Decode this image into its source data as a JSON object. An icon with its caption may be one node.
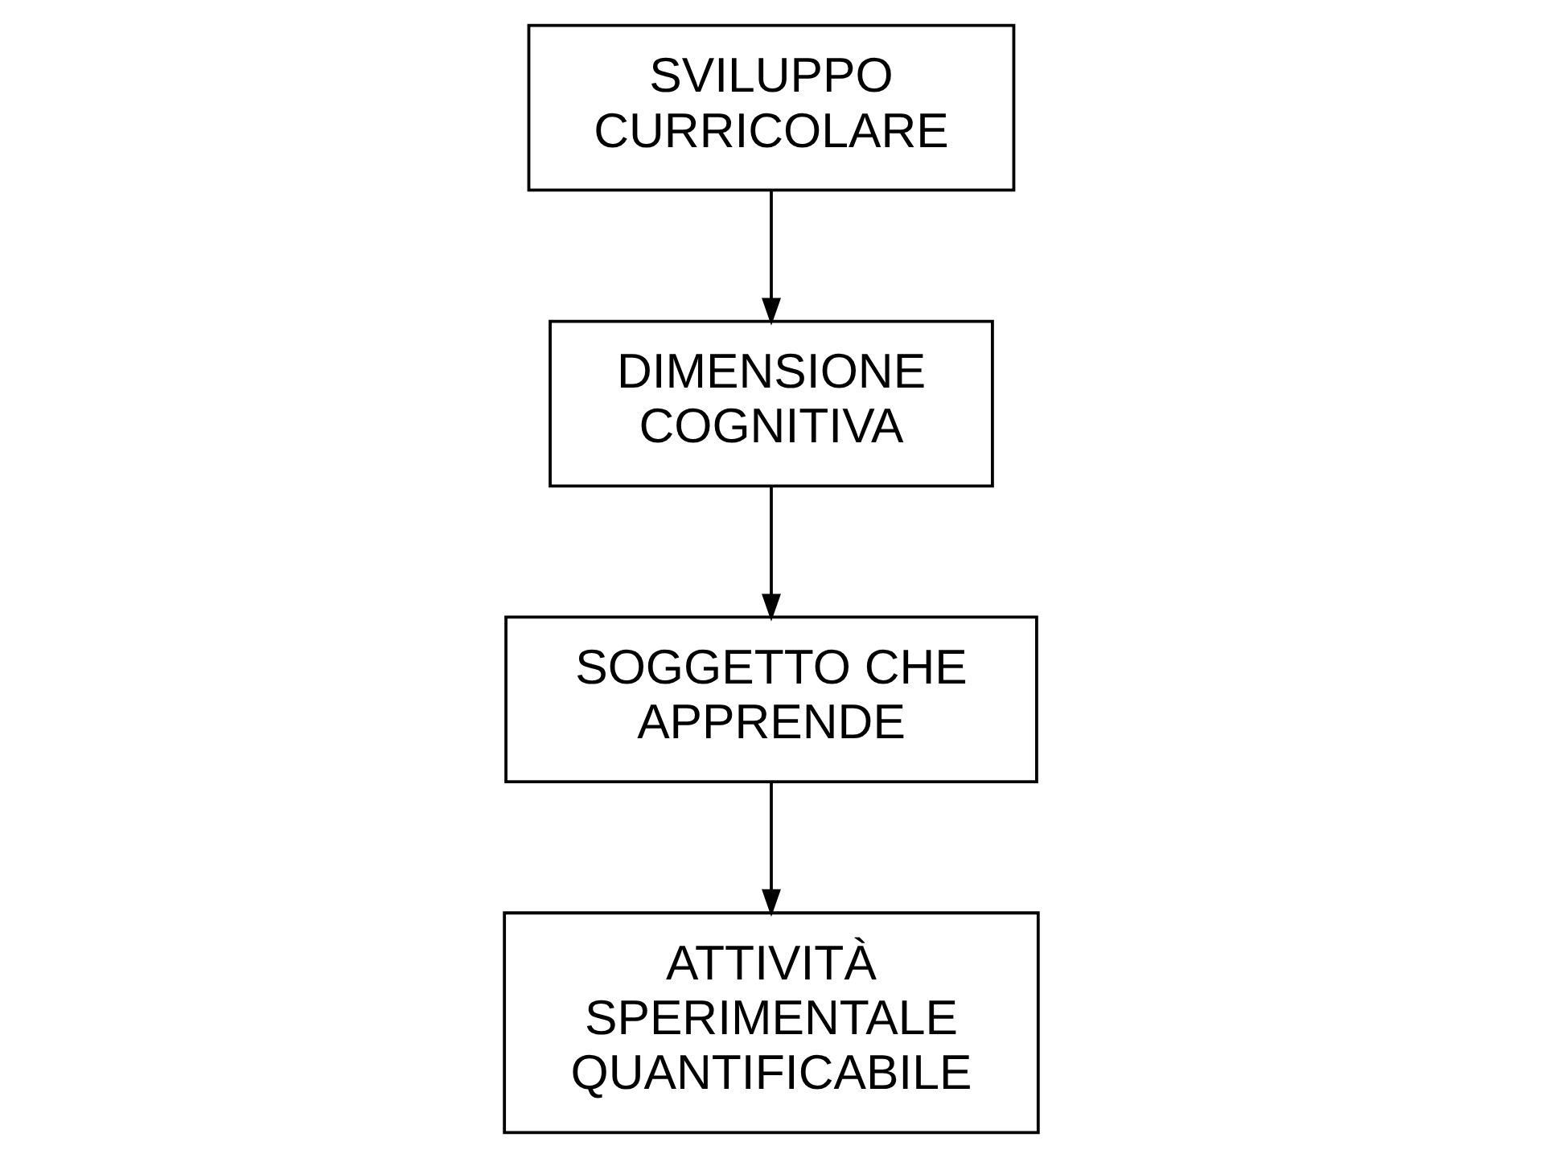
{
  "diagram": {
    "nodes": [
      {
        "text": [
          "SVILUPPO CURRICOLARE"
        ]
      },
      {
        "text": [
          "DIMENSIONE COGNITIVA"
        ]
      },
      {
        "text": [
          "SOGGETTO CHE APPRENDE"
        ]
      },
      {
        "text": [
          "ATTIVITÀ SPERIMENTALE QUANTIFICABILE"
        ]
      }
    ],
    "edges": [
      {
        "from": 0,
        "to": 1,
        "arrow": "to"
      },
      {
        "from": 1,
        "to": 2,
        "arrow": "to"
      },
      {
        "from": 2,
        "to": 3,
        "arrow": "to"
      }
    ]
  }
}
